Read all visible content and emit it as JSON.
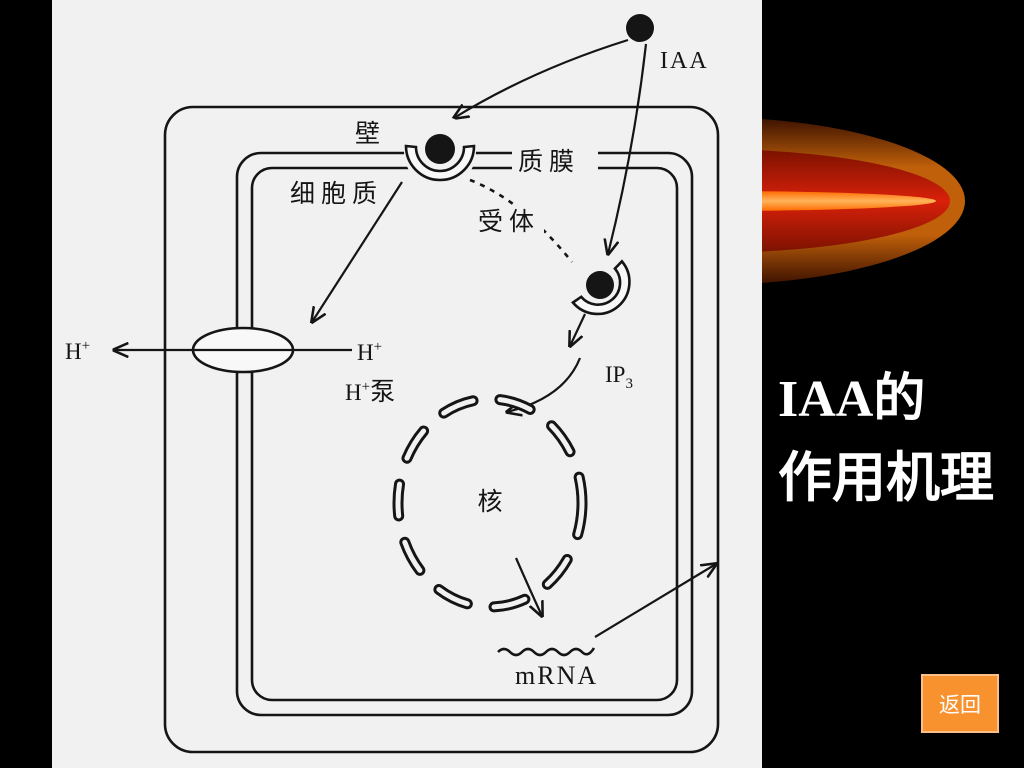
{
  "slide": {
    "title": {
      "line1": "IAA的",
      "line2": "作用机理"
    },
    "back_button": {
      "label": "返回"
    }
  },
  "diagram": {
    "iaa": "IAA",
    "wall": "壁",
    "plasma_membrane": "质膜",
    "cytoplasm": "细胞质",
    "receptor": "受体",
    "proton_outside": {
      "base": "H",
      "sup": "+"
    },
    "proton_inside": {
      "base": "H",
      "sup": "+"
    },
    "proton_pump": {
      "base": "H",
      "sup": "+",
      "suffix": "泵"
    },
    "ip3": {
      "base": "IP",
      "sub": "3"
    },
    "nucleus": "核",
    "mrna": "mRNA"
  },
  "colors": {
    "page_background": "#000000",
    "diagram_background": "#f1f1f1",
    "diagram_ink": "#151515",
    "title_text": "#ffffff",
    "button_fill": "#f7922f",
    "button_border": "#fbc089",
    "button_text": "#ffffff",
    "decoration_outer": "#c0600a",
    "decoration_middle": "#d9200a",
    "decoration_stripe": "#ffb45a"
  }
}
